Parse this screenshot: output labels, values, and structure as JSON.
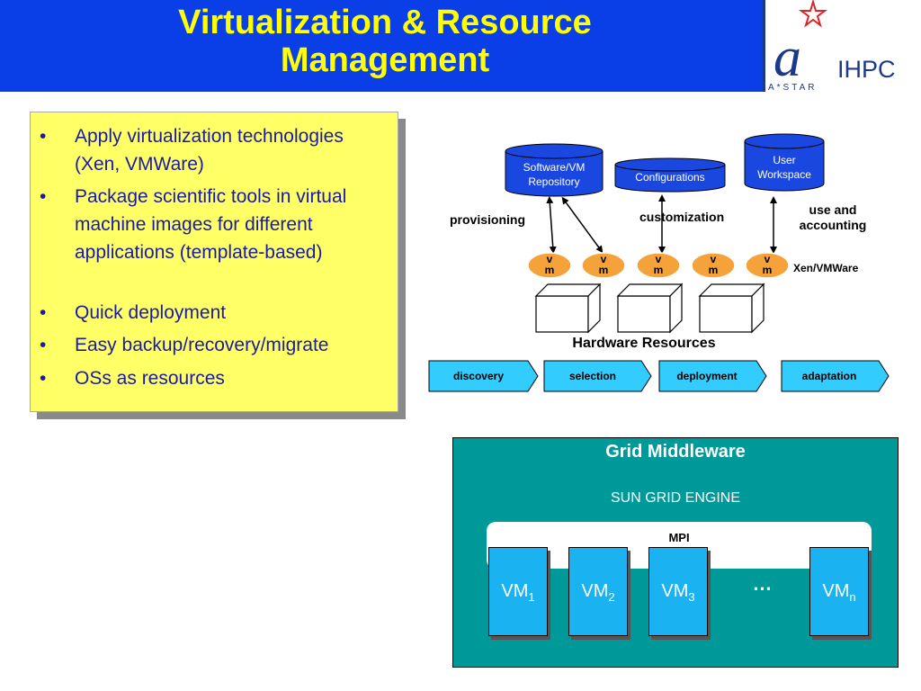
{
  "slide": {
    "title_line1": "Virtualization & Resource",
    "title_line2": "Management"
  },
  "logo": {
    "letter": "a",
    "org": "IHPC",
    "tagline": "A*STAR",
    "star_color": "#e0222a"
  },
  "bullets": [
    {
      "marker": "•",
      "text": "Apply virtualization technologies (Xen, VMWare)"
    },
    {
      "marker": "•",
      "text": "Package scientific tools in virtual machine images for different applications (template-based)"
    },
    {
      "marker": "•",
      "text": "Quick deployment"
    },
    {
      "marker": "•",
      "text": "Easy backup/recovery/migrate"
    },
    {
      "marker": "•",
      "text": "OSs as resources"
    }
  ],
  "diagram": {
    "repository_line1": "Software/VM",
    "repository_line2": "Repository",
    "configurations": "Configurations",
    "workspace_line1": "User",
    "workspace_line2": "Workspace",
    "provisioning": "provisioning",
    "customization": "customization",
    "use_line1": "use and",
    "use_line2": "accounting",
    "vm_line1": "v",
    "vm_line2": "m",
    "vm_count": 5,
    "hypervisor": "Xen/VMWare",
    "hardware_label": "Hardware Resources",
    "steps": [
      "discovery",
      "selection",
      "deployment",
      "adaptation"
    ]
  },
  "grid": {
    "title": "Grid Middleware",
    "engine": "SUN GRID ENGINE",
    "mpi": "MPI",
    "ellipsis": "…",
    "vms": [
      {
        "base": "VM",
        "sub": "1"
      },
      {
        "base": "VM",
        "sub": "2"
      },
      {
        "base": "VM",
        "sub": "3"
      },
      {
        "base": "VM",
        "sub": "n"
      }
    ]
  },
  "colors": {
    "header_blue": "#0a3ee6",
    "title_yellow": "#ffff00",
    "bullet_bg": "#ffff66",
    "bullet_text": "#1a1aa8",
    "cylinder_blue": "#1a47e0",
    "vm_orange": "#f5a23a",
    "step_cyan": "#33ccff",
    "grid_teal": "#009999",
    "vm_box_blue": "#1ab2f0"
  }
}
